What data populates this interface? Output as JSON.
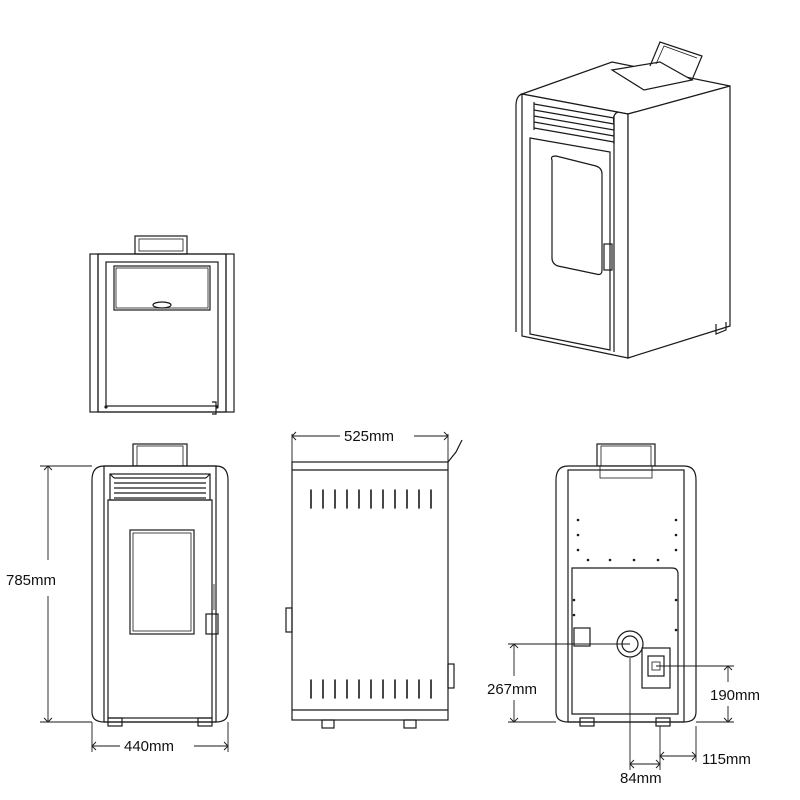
{
  "dimensions": {
    "height": "785mm",
    "width_front": "440mm",
    "depth_side": "525mm",
    "outlet_height": "267mm",
    "inlet_height": "190mm",
    "outlet_offset": "84mm",
    "inlet_offset": "115mm"
  },
  "colors": {
    "line": "#1a1a1a",
    "background": "#ffffff"
  }
}
